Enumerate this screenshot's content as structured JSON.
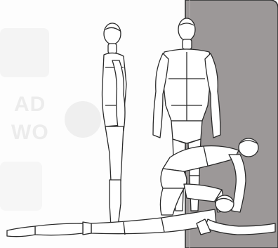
{
  "background": {
    "page_color": "#fdfdfd",
    "panel_color": "#9c9898",
    "figure_fill": "#ffffff",
    "figure_stroke": "#2a2a2a",
    "show_through_text_color": "#ececec"
  },
  "show_through_text": {
    "top": "AD",
    "bottom": "WO"
  },
  "figures": [
    {
      "pose": "standing-side-view",
      "icon": "mannequin-side-icon"
    },
    {
      "pose": "standing-back-view",
      "icon": "mannequin-back-icon"
    },
    {
      "pose": "kneeling-lunge",
      "icon": "mannequin-kneeling-icon"
    },
    {
      "pose": "lying-prone",
      "icon": "mannequin-prone-icon"
    }
  ]
}
